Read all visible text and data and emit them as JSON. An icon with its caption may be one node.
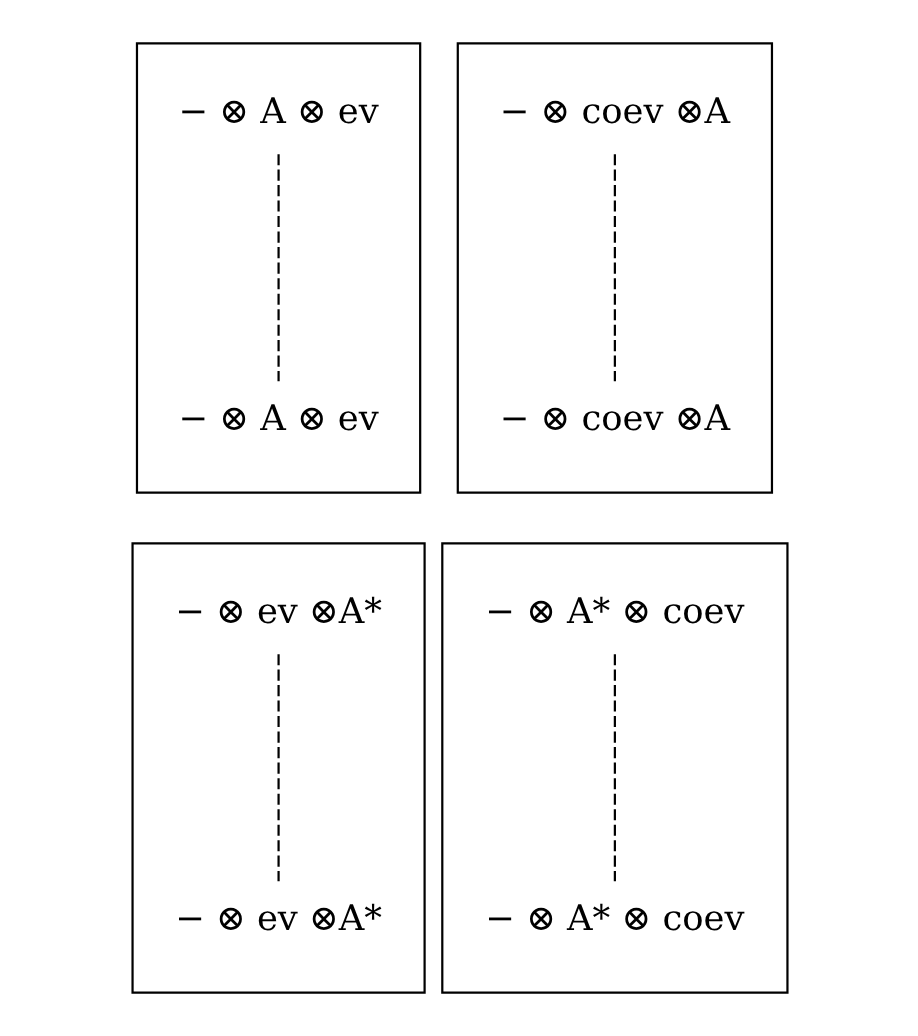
{
  "diagram": {
    "nodes": [
      {
        "text": [],
        "shape": "box"
      },
      {
        "text": [
          "− ⊗ A ⊗ ev"
        ],
        "in": 0
      },
      {
        "text": [
          "− ⊗ A ⊗ ev"
        ],
        "in": 0
      },
      {
        "text": [],
        "shape": "box"
      },
      {
        "text": [
          "− ⊗ coev ⊗A"
        ],
        "in": 3
      },
      {
        "text": [
          "− ⊗ coev ⊗A"
        ],
        "in": 3
      },
      {
        "text": [],
        "shape": "box"
      },
      {
        "text": [
          "− ⊗ ev ⊗A*"
        ],
        "in": 6
      },
      {
        "text": [
          "− ⊗ ev ⊗A*"
        ],
        "in": 6
      },
      {
        "text": [],
        "shape": "box"
      },
      {
        "text": [
          "− ⊗ A* ⊗ coev"
        ],
        "in": 9
      },
      {
        "text": [
          "− ⊗ A* ⊗ coev"
        ],
        "in": 9
      }
    ],
    "edges": [
      {
        "from": 1,
        "to": 2,
        "arrow": "none",
        "style": "dashed"
      },
      {
        "from": 4,
        "to": 5,
        "arrow": "none",
        "style": "dashed"
      },
      {
        "from": 7,
        "to": 8,
        "arrow": "none",
        "style": "dashed"
      },
      {
        "from": 10,
        "to": 11,
        "arrow": "none",
        "style": "dashed"
      }
    ]
  }
}
